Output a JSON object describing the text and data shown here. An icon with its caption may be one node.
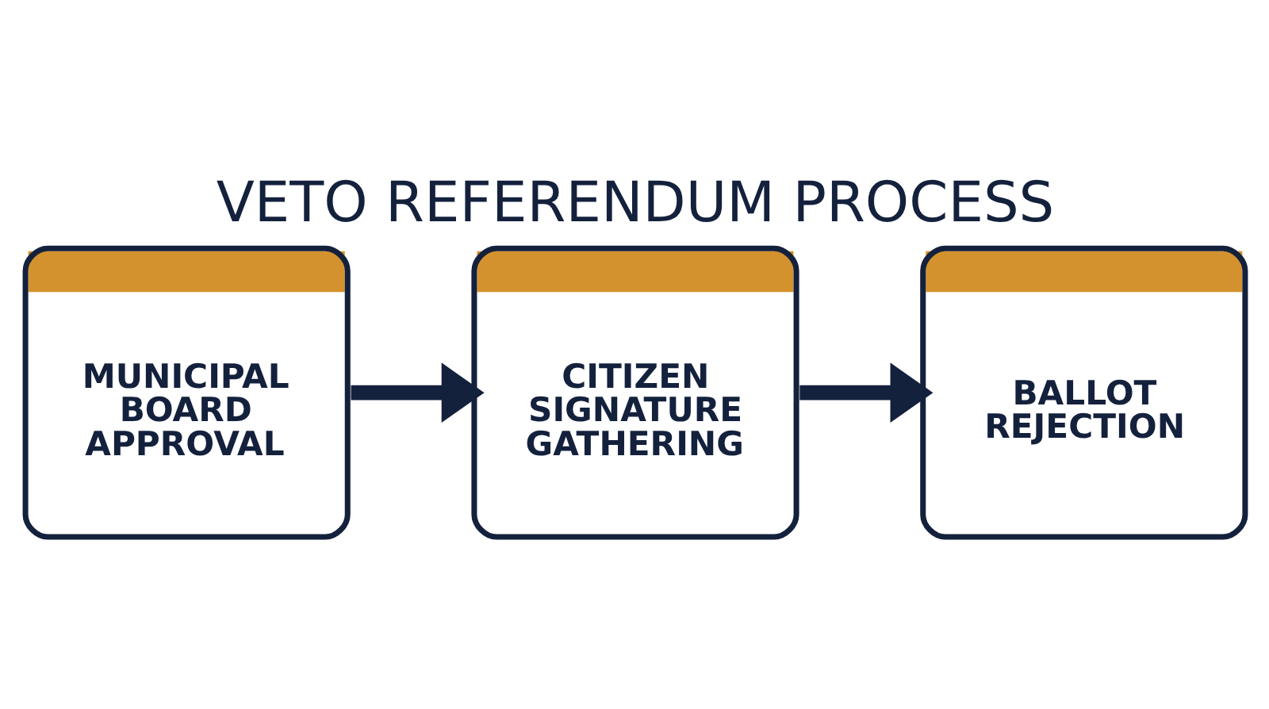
{
  "diagram": {
    "title": "VETO REFERENDUM PROCESS",
    "nodes": [
      {
        "text": [
          "MUNICIPAL BOARD APPROVAL"
        ]
      },
      {
        "text": [
          "CITIZEN SIGNATURE GATHERING"
        ]
      },
      {
        "text": [
          "BALLOT REJECTION"
        ]
      }
    ],
    "edges": [
      {
        "from": 0,
        "to": 1,
        "arrow": "to"
      },
      {
        "from": 1,
        "to": 2,
        "arrow": "to"
      }
    ]
  }
}
